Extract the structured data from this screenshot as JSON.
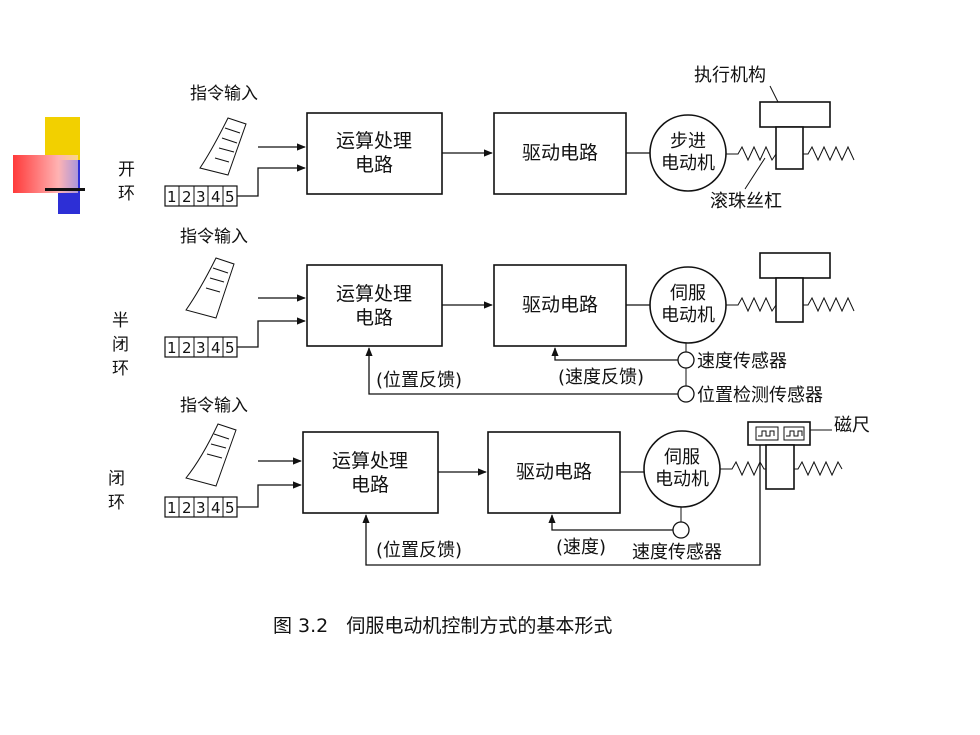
{
  "rows": [
    {
      "side_label": [
        "开",
        "环"
      ],
      "input_label": "指令输入",
      "digits": [
        "1",
        "2",
        "3",
        "4",
        "5"
      ],
      "box1": [
        "运算处理",
        "电路"
      ],
      "box2": "驱动电路",
      "motor": [
        "步进",
        "电动机"
      ],
      "top_label": "执行机构",
      "screw_label": "滚珠丝杠"
    },
    {
      "side_label": [
        "半",
        "闭",
        "环"
      ],
      "input_label": "指令输入",
      "digits": [
        "1",
        "2",
        "3",
        "4",
        "5"
      ],
      "box1": [
        "运算处理",
        "电路"
      ],
      "box2": "驱动电路",
      "motor": [
        "伺服",
        "电动机"
      ],
      "speed_sensor": "速度传感器",
      "speed_feedback": "(速度反馈)",
      "position_feedback": "(位置反馈)",
      "position_sensor": "位置检测传感器"
    },
    {
      "side_label": [
        "闭",
        "环"
      ],
      "input_label": "指令输入",
      "digits": [
        "1",
        "2",
        "3",
        "4",
        "5"
      ],
      "box1": [
        "运算处理",
        "电路"
      ],
      "box2": "驱动电路",
      "motor": [
        "伺服",
        "电动机"
      ],
      "scale_label": "磁尺",
      "speed_label": "(速度)",
      "speed_sensor": "速度传感器",
      "position_feedback": "(位置反馈)"
    }
  ],
  "caption": "图 3.2   伺服电动机控制方式的基本形式",
  "colors": {
    "deco_yellow": "#f2d000",
    "deco_blue": "#2d2fd6",
    "deco_red": "#ff3a3a"
  }
}
